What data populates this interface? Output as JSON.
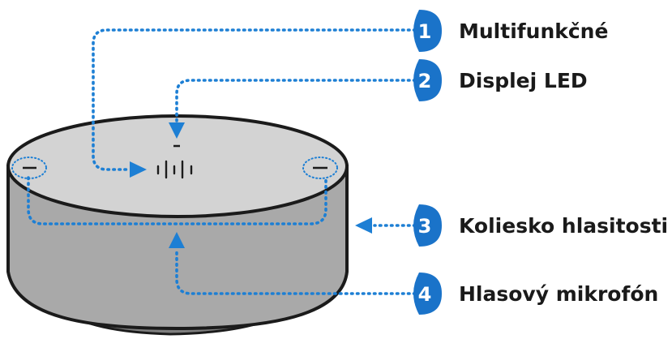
{
  "colors": {
    "accent": "#1d7fd4",
    "badge": "#1a73c9",
    "device_top": "#d3d3d3",
    "device_body": "#a9a9a9",
    "outline": "#1b1b1b"
  },
  "callouts": [
    {
      "number": "1",
      "label": "Multifunkčné"
    },
    {
      "number": "2",
      "label": "Displej LED"
    },
    {
      "number": "3",
      "label": "Koliesko hlasitosti"
    },
    {
      "number": "4",
      "label": "Hlasový mikrofón"
    }
  ],
  "icons": {
    "led": "led-indicator-icon",
    "multifunction": "multifunction-button-icon",
    "mic_left": "microphone-left-icon",
    "mic_right": "microphone-right-icon"
  }
}
